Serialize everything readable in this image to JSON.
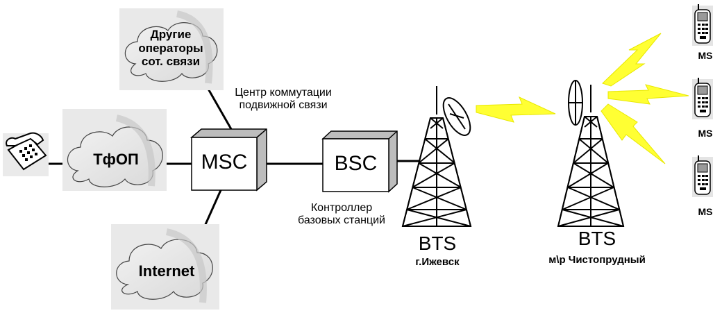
{
  "nodes": {
    "other_operators": {
      "label": "Другие\nоператоры\nсот. связи"
    },
    "pstn": {
      "label": "ТфОП"
    },
    "internet": {
      "label": "Internet"
    },
    "msc": {
      "label": "MSC",
      "caption": "Центр  коммутации\nподвижной связи"
    },
    "bsc": {
      "label": "BSC",
      "caption": "Контроллер\nбазовых станций"
    },
    "bts_izhevsk": {
      "label": "BTS",
      "location": "г.Ижевск"
    },
    "bts_chistoprudny": {
      "label": "BTS",
      "location": "м\\р Чистопрудный"
    },
    "ms_1": {
      "label": "MS"
    },
    "ms_2": {
      "label": "MS"
    },
    "ms_3": {
      "label": "MS"
    }
  },
  "colors": {
    "cloud_fill": "#e6e6e6",
    "cloud_shade": "#cfcfcf",
    "radio_link": "#ffff33",
    "box_shadow": "#bdbdbd",
    "line": "#000000"
  }
}
